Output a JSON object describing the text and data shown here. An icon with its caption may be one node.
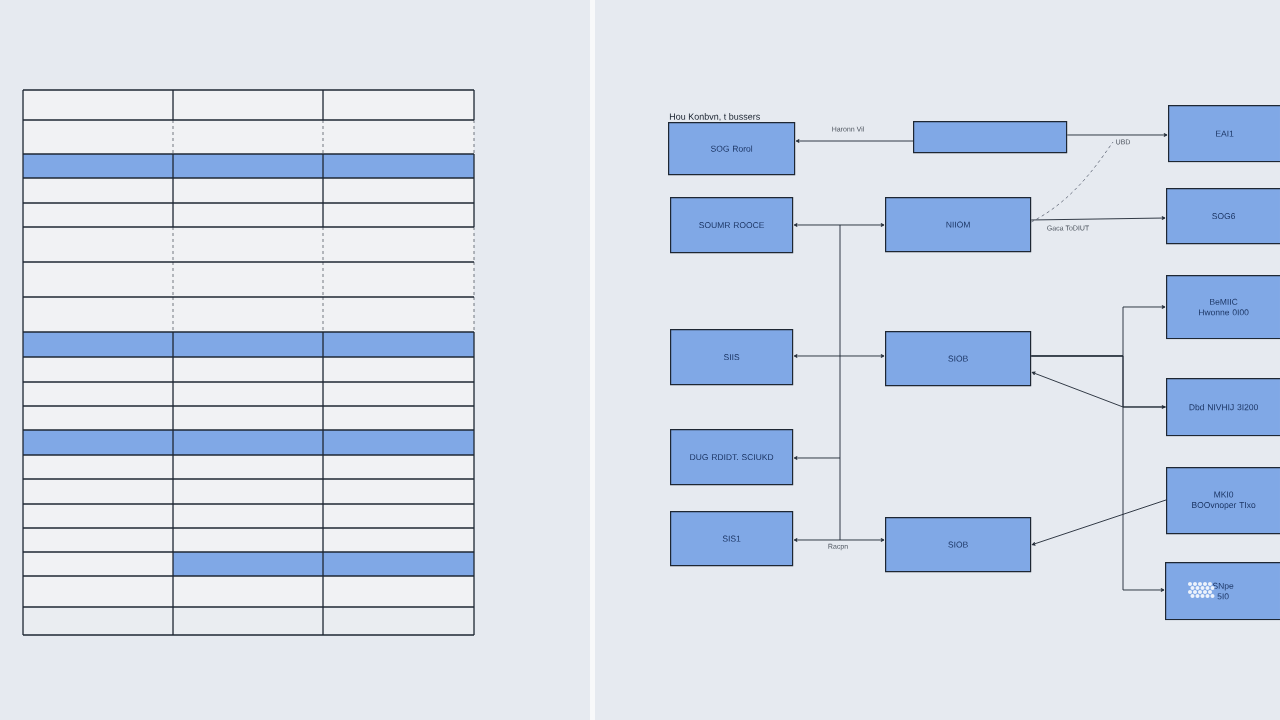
{
  "diagram": {
    "nodes": [
      {
        "text": [
          "Hou Konbvn, t bussers",
          "SOG Rorol"
        ]
      },
      {
        "text": [],
        "shape": "box"
      },
      {
        "text": [
          "EAI1"
        ]
      },
      {
        "text": [
          "SOUMR ROOCE"
        ]
      },
      {
        "text": [
          "NIIOM"
        ]
      },
      {
        "text": [
          "SOG6"
        ]
      },
      {
        "text": [
          "SIIS"
        ]
      },
      {
        "text": [
          "SIOB"
        ]
      },
      {
        "text": [
          "BeMIIC",
          "Hwonne 0I00"
        ]
      },
      {
        "text": [
          "DUG RDIDT. SCIUKD"
        ]
      },
      {
        "text": [
          "Dbd NIVHIJ 3I200"
        ]
      },
      {
        "text": [
          "SIS1"
        ]
      },
      {
        "text": [
          "MKI0",
          "BOOvnoper TIxo"
        ]
      },
      {
        "text": [
          "SIOB"
        ]
      },
      {
        "text": [
          "SNpe",
          "5I0"
        ]
      }
    ],
    "edges": [
      {
        "from": 1,
        "to": 0,
        "arrow": "to",
        "label": "Haronn Vil"
      },
      {
        "from": 1,
        "to": 2,
        "arrow": "to"
      },
      {
        "from": 4,
        "to": null,
        "arrow": "none",
        "style": "dashed",
        "color": "#6b7280",
        "label": "UBD"
      },
      {
        "from": 4,
        "to": 5,
        "arrow": "to",
        "label": "Gaca ToDIUT"
      },
      {
        "from": 3,
        "to": 4,
        "arrow": "both"
      },
      {
        "from": 6,
        "to": 7,
        "arrow": "both"
      },
      {
        "from": null,
        "to": 9,
        "arrow": "to"
      },
      {
        "from": 11,
        "to": 13,
        "arrow": "both",
        "label": "Racpn"
      },
      {
        "from": 7,
        "to": 8,
        "arrow": "to"
      },
      {
        "from": 7,
        "to": 10,
        "arrow": "to"
      },
      {
        "from": 7,
        "to": 14,
        "arrow": "to"
      },
      {
        "from": 10,
        "to": 7,
        "arrow": "to"
      },
      {
        "from": 12,
        "to": 13,
        "arrow": "to"
      }
    ]
  }
}
